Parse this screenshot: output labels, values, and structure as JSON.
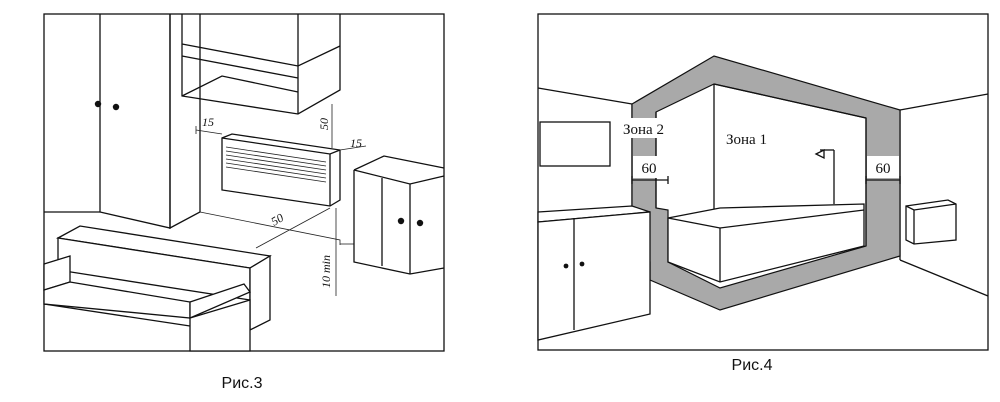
{
  "figure3": {
    "caption": "Рис.3",
    "dims": {
      "left_gap": "15",
      "right_gap": "15",
      "top_gap": "50",
      "front_gap": "50",
      "floor_gap": "10 min"
    }
  },
  "figure4": {
    "caption": "Рис.4",
    "zone1": "Зона 1",
    "zone2": "Зона 2",
    "width_left": "60",
    "width_right": "60"
  },
  "colors": {
    "zone_fill": "#a9a9a9",
    "line": "#111111"
  }
}
